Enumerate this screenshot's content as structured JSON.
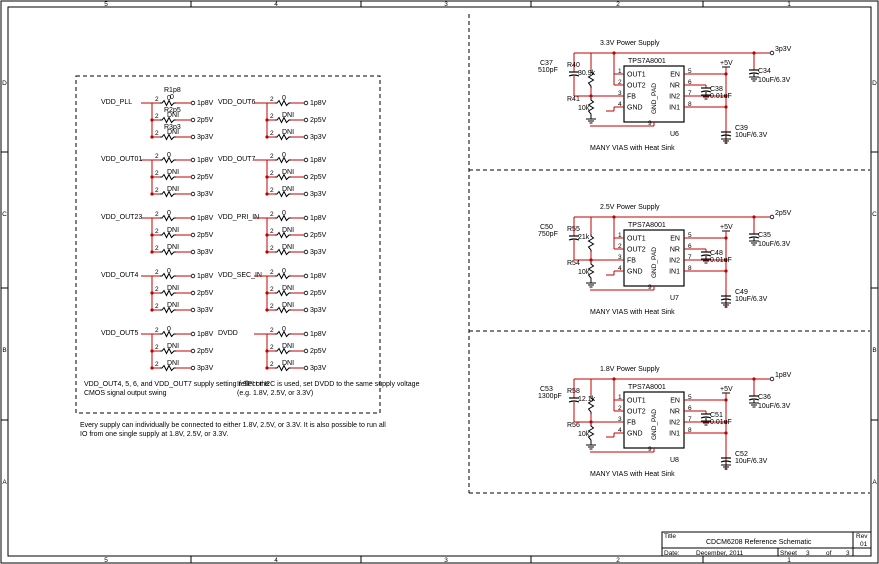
{
  "border": {
    "top_cols": [
      "5",
      "4",
      "3",
      "2",
      "1"
    ],
    "bottom_cols": [
      "5",
      "4",
      "3",
      "2",
      "1"
    ],
    "rows": [
      "D",
      "C",
      "B",
      "A"
    ]
  },
  "routing": {
    "mux_labels": [
      {
        "left": "VDD_PLL",
        "right": "VDD_OUT6"
      },
      {
        "left": "VDD_OUT01",
        "right": "VDD_OUT7"
      },
      {
        "left": "VDD_OUT23",
        "right": "VDD_PRI_IN"
      },
      {
        "left": "VDD_OUT4",
        "right": "VDD_SEC_IN"
      },
      {
        "left": "VDD_OUT5",
        "right": "DVDD"
      }
    ],
    "outputs": [
      "1p8V",
      "2p5V",
      "3p3V"
    ],
    "r_default": "0",
    "r_dni": "DNI",
    "pin_top": "2",
    "pin_mid": "2",
    "pin_bot": "2",
    "ref_top_label": "R1p8",
    "ref_mid_label": "R2p5",
    "ref_bot_label": "R3p3",
    "note_left": "VDD_OUT4, 5, 6, and VDD_OUT7 supply setting reflect the CMOS signal output swing",
    "note_right": "If SPI or I2C is used, set DVDD to the same supply voltage (e.g. 1.8V, 2.5V, or 3.3V)",
    "footnote_1": "Every supply can individually be connected to either 1.8V, 2.5V, or 3.3V.  It is also possible to run all",
    "footnote_2": "IO from one single supply at 1.8V, 2.5V, or 3.3V."
  },
  "supplies": [
    {
      "title": "3.3V Power Supply",
      "net": "3p3V",
      "ic": "TPS7A8001",
      "u": "U6",
      "cff": "C37",
      "cff_val": "510pF",
      "rtop": "R40",
      "rtop_val": "30.9k",
      "rbot": "R41",
      "rbot_val": "10k",
      "cnr": "C38",
      "cnr_val": "0.01uF",
      "cout": "C34",
      "cout_val": "10uF/6.3V",
      "cin": "C39",
      "cin_val": "10uF/6.3V",
      "note": "MANY VIAS with Heat Sink"
    },
    {
      "title": "2.5V Power Supply",
      "net": "2p5V",
      "ic": "TPS7A8001",
      "u": "U7",
      "cff": "C50",
      "cff_val": "750pF",
      "rtop": "R55",
      "rtop_val": "21k",
      "rbot": "R54",
      "rbot_val": "10k",
      "cnr": "C48",
      "cnr_val": "0.01uF",
      "cout": "C35",
      "cout_val": "10uF/6.3V",
      "cin": "C49",
      "cin_val": "10uF/6.3V",
      "note": "MANY VIAS with Heat Sink"
    },
    {
      "title": "1.8V Power Supply",
      "net": "1p8V",
      "ic": "TPS7A8001",
      "u": "U8",
      "cff": "C53",
      "cff_val": "1300pF",
      "rtop": "R58",
      "rtop_val": "12.1k",
      "rbot": "R56",
      "rbot_val": "10k",
      "cnr": "C51",
      "cnr_val": "0.01uF",
      "cout": "C36",
      "cout_val": "10uF/6.3V",
      "cin": "C52",
      "cin_val": "10uF/6.3V",
      "note": "MANY VIAS with Heat Sink"
    }
  ],
  "ic_pins": {
    "left": [
      {
        "n": "1",
        "name": "OUT1"
      },
      {
        "n": "2",
        "name": "OUT2"
      },
      {
        "n": "3",
        "name": "FB"
      },
      {
        "n": "4",
        "name": "GND"
      }
    ],
    "right": [
      {
        "n": "5",
        "name": "EN"
      },
      {
        "n": "6",
        "name": "NR"
      },
      {
        "n": "7",
        "name": "IN2"
      },
      {
        "n": "8",
        "name": "IN1"
      }
    ],
    "pad_label": "GND_PAD",
    "pad_pin": "9",
    "vin": "+5V"
  },
  "title_block": {
    "title_label": "Title",
    "title": "CDCM6208 Reference Schematic",
    "rev_label": "Rev",
    "rev": "01",
    "date_label": "Date:",
    "date": "December, 2011",
    "sheet_label": "Sheet",
    "sheet": "3",
    "of_label": "of",
    "of": "3"
  }
}
